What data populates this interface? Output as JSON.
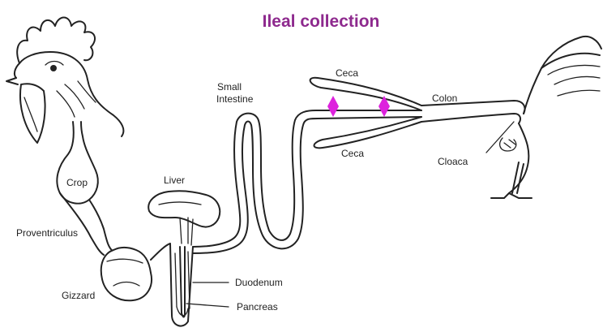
{
  "title": "Ileal collection",
  "labels": {
    "small_intestine_line1": "Small",
    "small_intestine_line2": "Intestine",
    "ceca_top": "Ceca",
    "ceca_bottom": "Ceca",
    "colon": "Colon",
    "cloaca": "Cloaca",
    "crop": "Crop",
    "liver": "Liver",
    "proventriculus": "Proventriculus",
    "gizzard": "Gizzard",
    "duodenum": "Duodenum",
    "pancreas": "Pancreas"
  },
  "colors": {
    "title": "#8e2a8e",
    "marker": "#dd22dd",
    "line": "#222222"
  }
}
